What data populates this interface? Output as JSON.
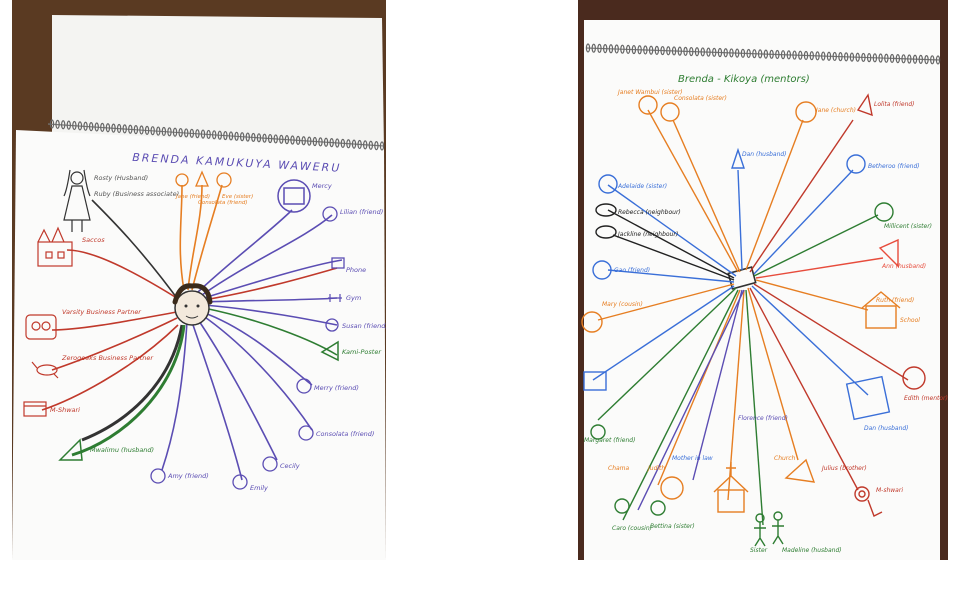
{
  "left_photo": {
    "title": "BRENDA KAMUKUYA WAWERU",
    "labels": [
      {
        "text": "Rosty (Husband)",
        "color": "#555555"
      },
      {
        "text": "Ruby (Business associate)",
        "color": "#555555"
      },
      {
        "text": "Saccos",
        "color": "#c0392b"
      },
      {
        "text": "Varsity Business Partner",
        "color": "#c0392b"
      },
      {
        "text": "Zerogeeks Business Partner",
        "color": "#c0392b"
      },
      {
        "text": "M-Shwari",
        "color": "#c0392b"
      },
      {
        "text": "Mwalimu (husband)",
        "color": "#2e7d32"
      },
      {
        "text": "Amy (friend)",
        "color": "#5b4db3"
      },
      {
        "text": "Emily",
        "color": "#5b4db3"
      },
      {
        "text": "Cecily",
        "color": "#5b4db3"
      },
      {
        "text": "Consolata (friend)",
        "color": "#5b4db3"
      },
      {
        "text": "Merry (friend)",
        "color": "#5b4db3"
      },
      {
        "text": "Kami-Poster",
        "color": "#2e7d32"
      },
      {
        "text": "Susan (friend)",
        "color": "#5b4db3"
      },
      {
        "text": "Gym",
        "color": "#5b4db3"
      },
      {
        "text": "Phone",
        "color": "#5b4db3"
      },
      {
        "text": "Lilian (friend)",
        "color": "#5b4db3"
      },
      {
        "text": "Mercy",
        "color": "#5b4db3"
      },
      {
        "text": "Jane (friend)",
        "color": "#e67e22"
      },
      {
        "text": "Consolata (friend)",
        "color": "#e67e22"
      },
      {
        "text": "Eve (sister)",
        "color": "#e67e22"
      }
    ]
  },
  "right_photo": {
    "title": "Brenda - Kikoya (mentors)",
    "labels": [
      {
        "text": "Janet Wambui (sister)",
        "color": "#e67e22"
      },
      {
        "text": "Consolata (sister)",
        "color": "#e67e22"
      },
      {
        "text": "Dan (husband)",
        "color": "#3a6fd8"
      },
      {
        "text": "Jane (church)",
        "color": "#e67e22"
      },
      {
        "text": "Lolita (friend)",
        "color": "#c0392b"
      },
      {
        "text": "Betheroo (friend)",
        "color": "#3a6fd8"
      },
      {
        "text": "Millicent (sister)",
        "color": "#3a6fd8"
      },
      {
        "text": "Adelaide (sister)",
        "color": "#3a6fd8"
      },
      {
        "text": "Rebecca (neighbour)",
        "color": "#222222"
      },
      {
        "text": "Jackline (neighbour)",
        "color": "#222222"
      },
      {
        "text": "Gao (friend)",
        "color": "#3a6fd8"
      },
      {
        "text": "Ann (husband)",
        "color": "#e74c3c"
      },
      {
        "text": "Mary (cousin)",
        "color": "#e67e22"
      },
      {
        "text": "Ruth (friend)",
        "color": "#e67e22"
      },
      {
        "text": "School",
        "color": "#e67e22"
      },
      {
        "text": "Edith (mentor)",
        "color": "#c0392b"
      },
      {
        "text": "Dan (husband)",
        "color": "#3a6fd8"
      },
      {
        "text": "Margaret (friend)",
        "color": "#2e7d32"
      },
      {
        "text": "Chama",
        "color": "#e67e22"
      },
      {
        "text": "Judith",
        "color": "#e67e22"
      },
      {
        "text": "Mother in law",
        "color": "#3a6fd8"
      },
      {
        "text": "Florence (friend)",
        "color": "#5b4db3"
      },
      {
        "text": "Church",
        "color": "#e67e22"
      },
      {
        "text": "Julius (brother)",
        "color": "#c0392b"
      },
      {
        "text": "M-shwari",
        "color": "#c0392b"
      },
      {
        "text": "Caro (cousin)",
        "color": "#2e7d32"
      },
      {
        "text": "Bettina (sister)",
        "color": "#2e7d32"
      },
      {
        "text": "Sister",
        "color": "#2e7d32"
      },
      {
        "text": "Madeline (husband)",
        "color": "#2e7d32"
      }
    ]
  }
}
